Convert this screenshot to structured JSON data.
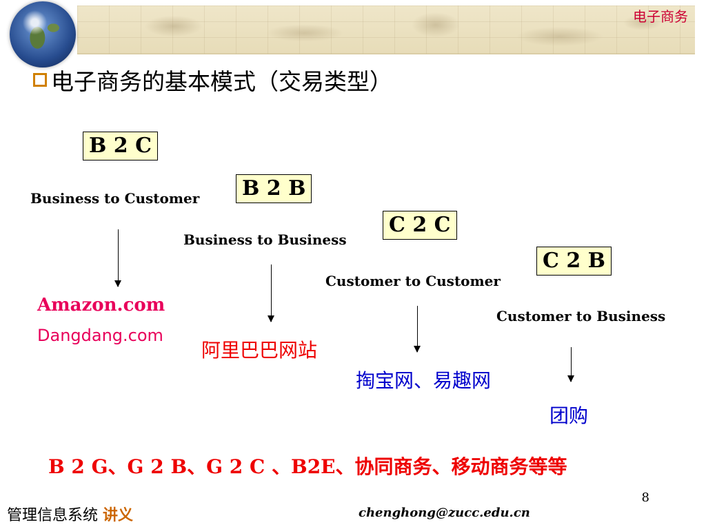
{
  "header": {
    "tag": "电子商务"
  },
  "title": "电子商务的基本模式（交易类型）",
  "models": [
    {
      "code": "B 2 C",
      "description": "Business to Customer"
    },
    {
      "code": "B 2 B",
      "description": "Business to Business"
    },
    {
      "code": "C 2 C",
      "description": "Customer to Customer"
    },
    {
      "code": "C 2 B",
      "description": "Customer to Business"
    }
  ],
  "examples": {
    "b2c": [
      "Amazon.com",
      "Dangdang.com"
    ],
    "b2b": "阿里巴巴网站",
    "c2c": "掏宝网、易趣网",
    "c2b": "团购"
  },
  "others": "B 2 G、G 2 B、G 2 C 、B2E、协同商务、移动商务等等",
  "footer": {
    "course": "管理信息系统",
    "accent": "讲义",
    "email": "chenghong@zucc.edu.cn",
    "page_number": "8"
  },
  "colors": {
    "accent_red": "#ee0000",
    "pink": "#e8005a",
    "blue": "#0000cc",
    "box_fill": "#ffffcc",
    "bullet": "#d08000"
  }
}
